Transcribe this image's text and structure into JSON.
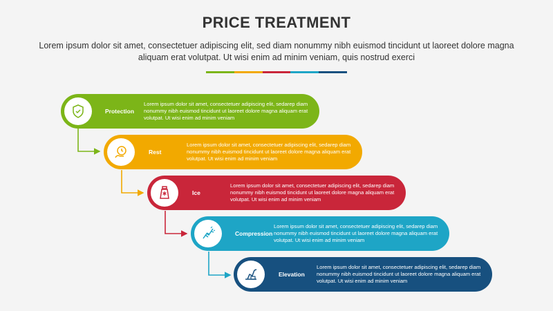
{
  "title": "PRICE TREATMENT",
  "subtitle": "Lorem ipsum dolor sit amet, consectetuer adipiscing elit, sed diam nonummy nibh euismod tincidunt ut laoreet dolore magna aliquam erat volutpat. Ut wisi enim ad minim veniam, quis nostrud exerci",
  "underline_colors": [
    "#7cb518",
    "#f2a900",
    "#c9263a",
    "#1ea5c6",
    "#17507f"
  ],
  "steps": [
    {
      "label": "Protection",
      "icon": "shield-check-icon",
      "color": "#7cb518",
      "text": "Lorem ipsum dolor sit amet, consectetuer adipiscing elit, sedarep diam nonummy nibh euismod tincidunt ut laoreet dolore magna aliquam erat volutpat. Ut wisi enim ad minim veniam"
    },
    {
      "label": "Rest",
      "icon": "clock-hand-icon",
      "color": "#f2a900",
      "text": "Lorem ipsum dolor sit amet, consectetuer adipiscing elit, sedarep diam nonummy nibh euismod tincidunt ut laoreet dolore magna aliquam erat volutpat. Ut wisi enim ad minim veniam"
    },
    {
      "label": "Ice",
      "icon": "ice-pack-icon",
      "color": "#c9263a",
      "text": "Lorem ipsum dolor sit amet, consectetuer adipiscing elit, sedarep diam nonummy nibh euismod tincidunt ut laoreet dolore magna aliquam erat volutpat. Ut wisi enim ad minim veniam"
    },
    {
      "label": "Compression",
      "icon": "compression-bandage-icon",
      "color": "#1ea5c6",
      "text": "Lorem ipsum dolor sit amet, consectetuer adipiscing elit, sedarep diam nonummy nibh euismod tincidunt ut laoreet dolore magna aliquam erat volutpat. Ut wisi enim ad minim veniam"
    },
    {
      "label": "Elevation",
      "icon": "elevated-leg-icon",
      "color": "#17507f",
      "text": "Lorem ipsum dolor sit amet, consectetuer adipiscing elit, sedarep diam nonummy nibh euismod tincidunt ut laoreet dolore magna aliquam erat volutpat. Ut wisi enim ad minim veniam"
    }
  ]
}
